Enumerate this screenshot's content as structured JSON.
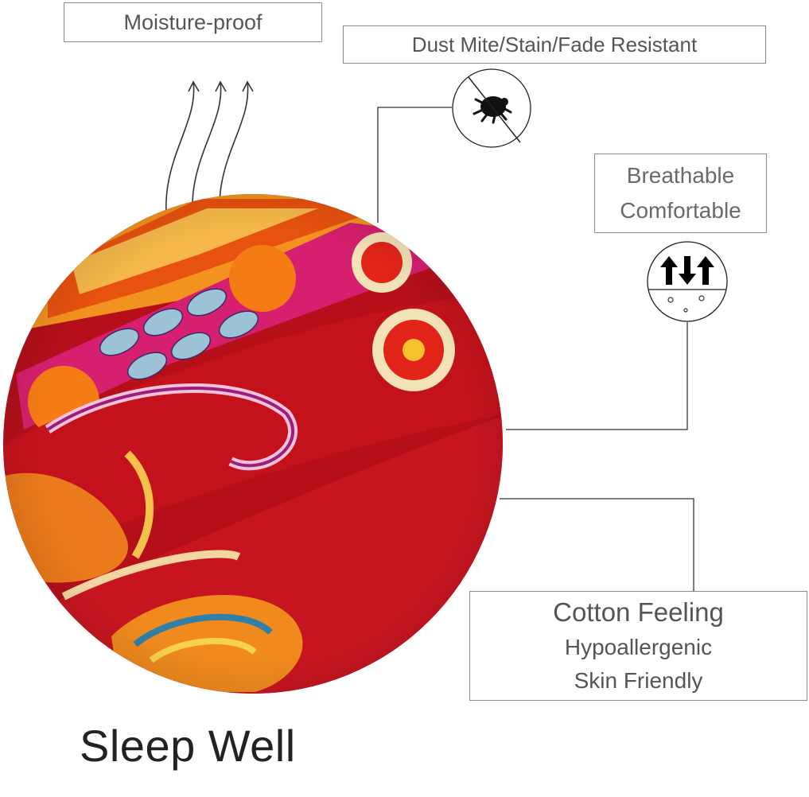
{
  "labels": {
    "moisture": "Moisture-proof",
    "dust": "Dust Mite/Stain/Fade Resistant",
    "breathable": "Breathable",
    "comfortable": "Comfortable",
    "cotton": "Cotton Feeling",
    "hypoallergenic": "Hypoallergenic",
    "skin": "Skin Friendly"
  },
  "footer": {
    "tagline": "Sleep Well"
  },
  "icons": [
    "moisture-arrows-icon",
    "no-dust-mite-icon",
    "breathable-arrows-icon"
  ],
  "colors": {
    "fabric_red": "#c2141c",
    "fabric_orange": "#f07a12",
    "fabric_pink": "#d6257a",
    "line": "#333333"
  }
}
